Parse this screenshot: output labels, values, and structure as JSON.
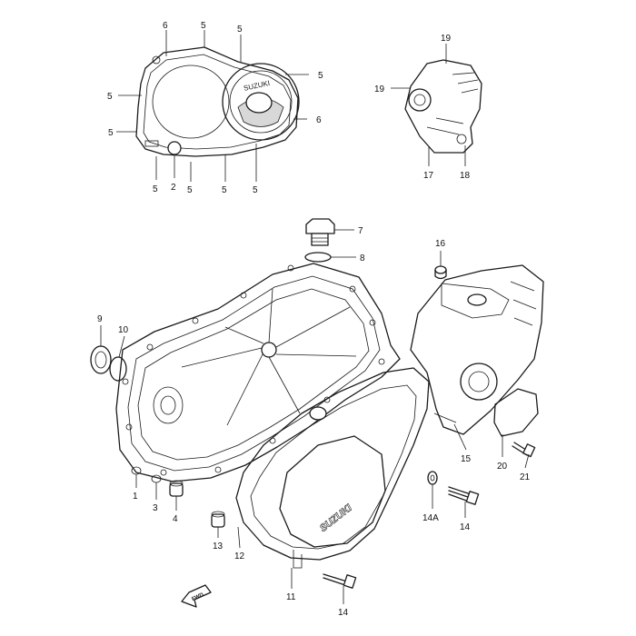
{
  "callouts": [
    {
      "id": "c6a",
      "label": "6"
    },
    {
      "id": "c5a",
      "label": "5"
    },
    {
      "id": "c5b",
      "label": "5"
    },
    {
      "id": "c5c",
      "label": "5"
    },
    {
      "id": "c5d",
      "label": "5"
    },
    {
      "id": "c6b",
      "label": "6"
    },
    {
      "id": "c5e",
      "label": "5"
    },
    {
      "id": "c5f",
      "label": "5"
    },
    {
      "id": "c2",
      "label": "2"
    },
    {
      "id": "c5g",
      "label": "5"
    },
    {
      "id": "c5h",
      "label": "5"
    },
    {
      "id": "c5i",
      "label": "5"
    },
    {
      "id": "c19a",
      "label": "19"
    },
    {
      "id": "c19b",
      "label": "19"
    },
    {
      "id": "c17",
      "label": "17"
    },
    {
      "id": "c18",
      "label": "18"
    },
    {
      "id": "c7",
      "label": "7"
    },
    {
      "id": "c8",
      "label": "8"
    },
    {
      "id": "c16",
      "label": "16"
    },
    {
      "id": "c9",
      "label": "9"
    },
    {
      "id": "c10",
      "label": "10"
    },
    {
      "id": "c15",
      "label": "15"
    },
    {
      "id": "c20",
      "label": "20"
    },
    {
      "id": "c21",
      "label": "21"
    },
    {
      "id": "c1",
      "label": "1"
    },
    {
      "id": "c3",
      "label": "3"
    },
    {
      "id": "c4",
      "label": "4"
    },
    {
      "id": "c14A",
      "label": "14A"
    },
    {
      "id": "c14a",
      "label": "14"
    },
    {
      "id": "c13",
      "label": "13"
    },
    {
      "id": "c12",
      "label": "12"
    },
    {
      "id": "c11",
      "label": "11"
    },
    {
      "id": "c14b",
      "label": "14"
    }
  ],
  "logo_text": "SUZUKI",
  "fwd_label": "FWD"
}
